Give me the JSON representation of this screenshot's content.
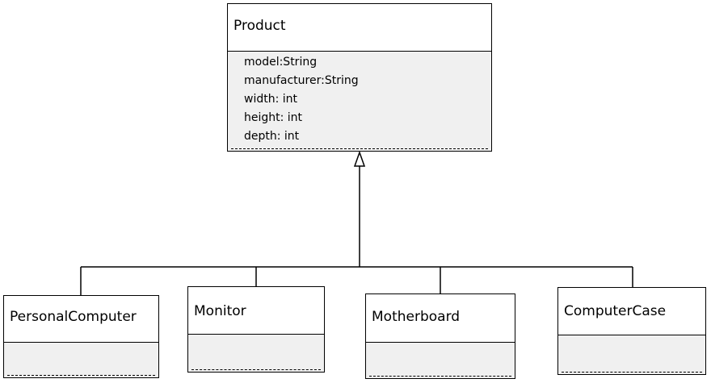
{
  "diagram": {
    "product": {
      "name": "Product",
      "attributes": [
        "model:String",
        "manufacturer:String",
        "width: int",
        "height: int",
        "depth: int"
      ]
    },
    "subclasses": {
      "personal_computer": "PersonalComputer",
      "monitor": "Monitor",
      "motherboard": "Motherboard",
      "computer_case": "ComputerCase"
    },
    "relationship": "generalization"
  }
}
